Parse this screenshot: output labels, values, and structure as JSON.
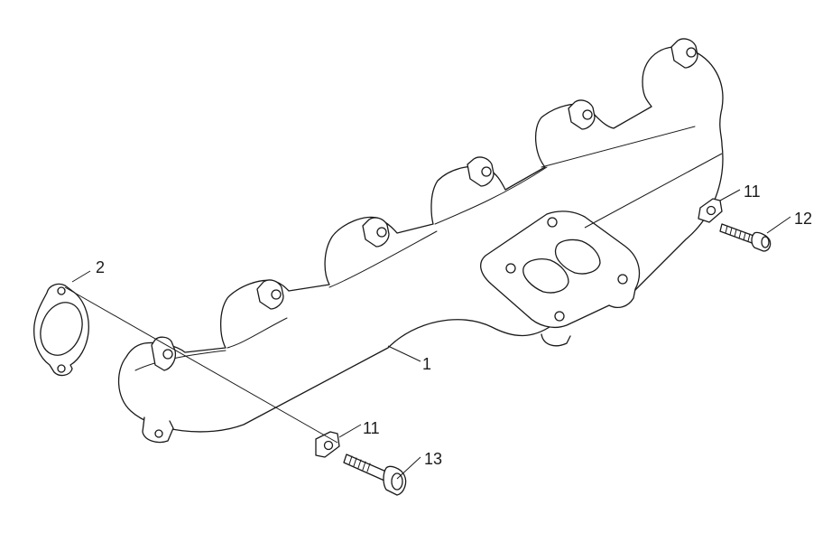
{
  "callouts": {
    "manifold": "1",
    "gasket": "2",
    "lock_plate_right": "11",
    "stud_right": "12",
    "lock_plate_left": "11",
    "bolt_left": "13"
  }
}
